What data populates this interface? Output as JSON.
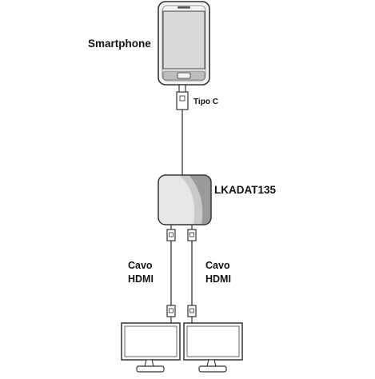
{
  "labels": {
    "smartphone": "Smartphone",
    "usb_c": "Tipo C",
    "adapter": "LKADAT135",
    "cable_left_line1": "Cavo",
    "cable_left_line2": "HDMI",
    "cable_right_line1": "Cavo",
    "cable_right_line2": "HDMI"
  },
  "icons": {
    "phone": "smartphone-icon",
    "adapter": "adapter-icon",
    "monitor_left": "monitor-icon",
    "monitor_right": "monitor-icon"
  },
  "colors": {
    "line": "#333333",
    "phone_screen": "#d9d9d9",
    "adapter_light": "#e6e6e6",
    "adapter_dark": "#9a9a9a"
  }
}
